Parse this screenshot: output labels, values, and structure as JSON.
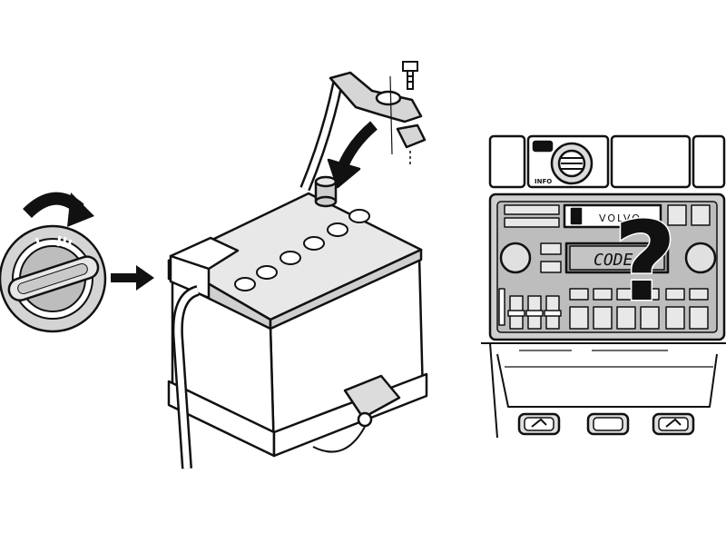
{
  "radio": {
    "brand_text": "VOLVO",
    "display_text": "CODE",
    "info_label": "INFO"
  },
  "symbols": {
    "question_mark": "?"
  },
  "icons": [
    "ignition-key-icon",
    "rotate-arrow-icon",
    "pointer-arrow-icon",
    "battery-icon",
    "battery-clamp-icon",
    "bolt-icon",
    "car-radio-icon",
    "seat-heater-button-icon"
  ],
  "colors": {
    "line": "#111111",
    "light_gray": "#cfcfcf",
    "mid_gray": "#a8a8a8",
    "display_bg": "#bdbdbd",
    "white": "#ffffff"
  }
}
